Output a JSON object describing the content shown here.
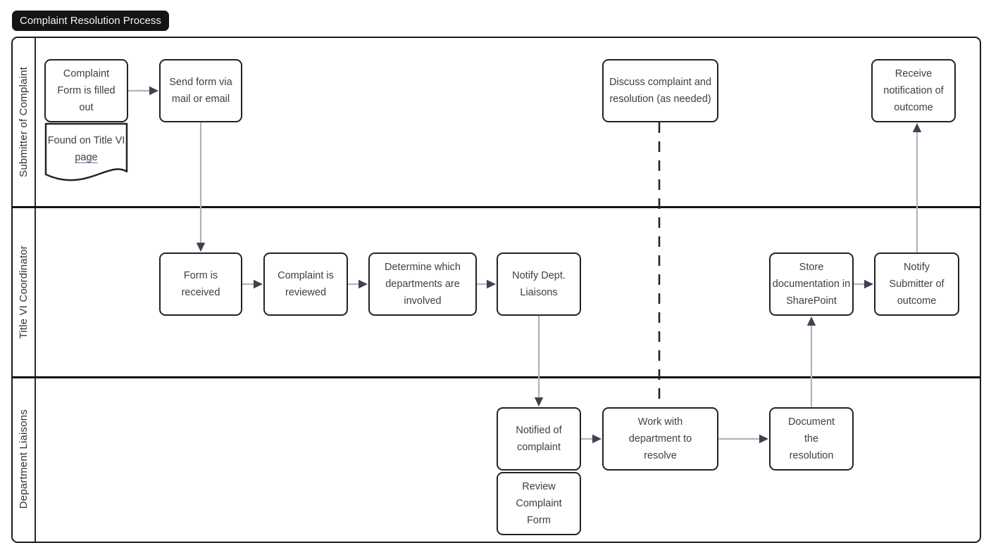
{
  "title": "Complaint Resolution Process",
  "lanes": [
    {
      "label": "Submitter of Complaint"
    },
    {
      "label": "Title VI Coordinator"
    },
    {
      "label": "Department Liaisons"
    }
  ],
  "nodes": {
    "complaint_form_filled": {
      "label": "Complaint Form is filled out"
    },
    "found_on_title_vi": {
      "text": "Found on Title VI",
      "link_text": "page"
    },
    "send_form": {
      "label": "Send form via mail or email"
    },
    "discuss_complaint": {
      "label": "Discuss complaint and resolution (as needed)"
    },
    "receive_notification": {
      "label": "Receive notification of outcome"
    },
    "form_received": {
      "label": "Form is received"
    },
    "complaint_reviewed": {
      "label": "Complaint is reviewed"
    },
    "determine_departments": {
      "label": "Determine which departments are involved"
    },
    "notify_dept_liaisons": {
      "label": "Notify Dept. Liaisons"
    },
    "store_documentation": {
      "label": "Store documentation in SharePoint"
    },
    "notify_submitter": {
      "label": "Notify Submitter of outcome"
    },
    "notified_of_complaint": {
      "label": "Notified of complaint"
    },
    "review_complaint_form": {
      "label": "Review Complaint Form"
    },
    "work_with_department": {
      "label": "Work with department to resolve"
    },
    "document_resolution": {
      "label": "Document the resolution"
    }
  },
  "colors": {
    "title_bg": "#141414",
    "title_text": "#f2f2f2",
    "node_border": "#232323",
    "node_text": "#3f3f3f",
    "lane_divider": "#121212",
    "arrow_line": "#b0b4ba",
    "arrow_head": "#3b4350",
    "dashed_line": "#232323",
    "link_underline": "#6b6bdf"
  }
}
